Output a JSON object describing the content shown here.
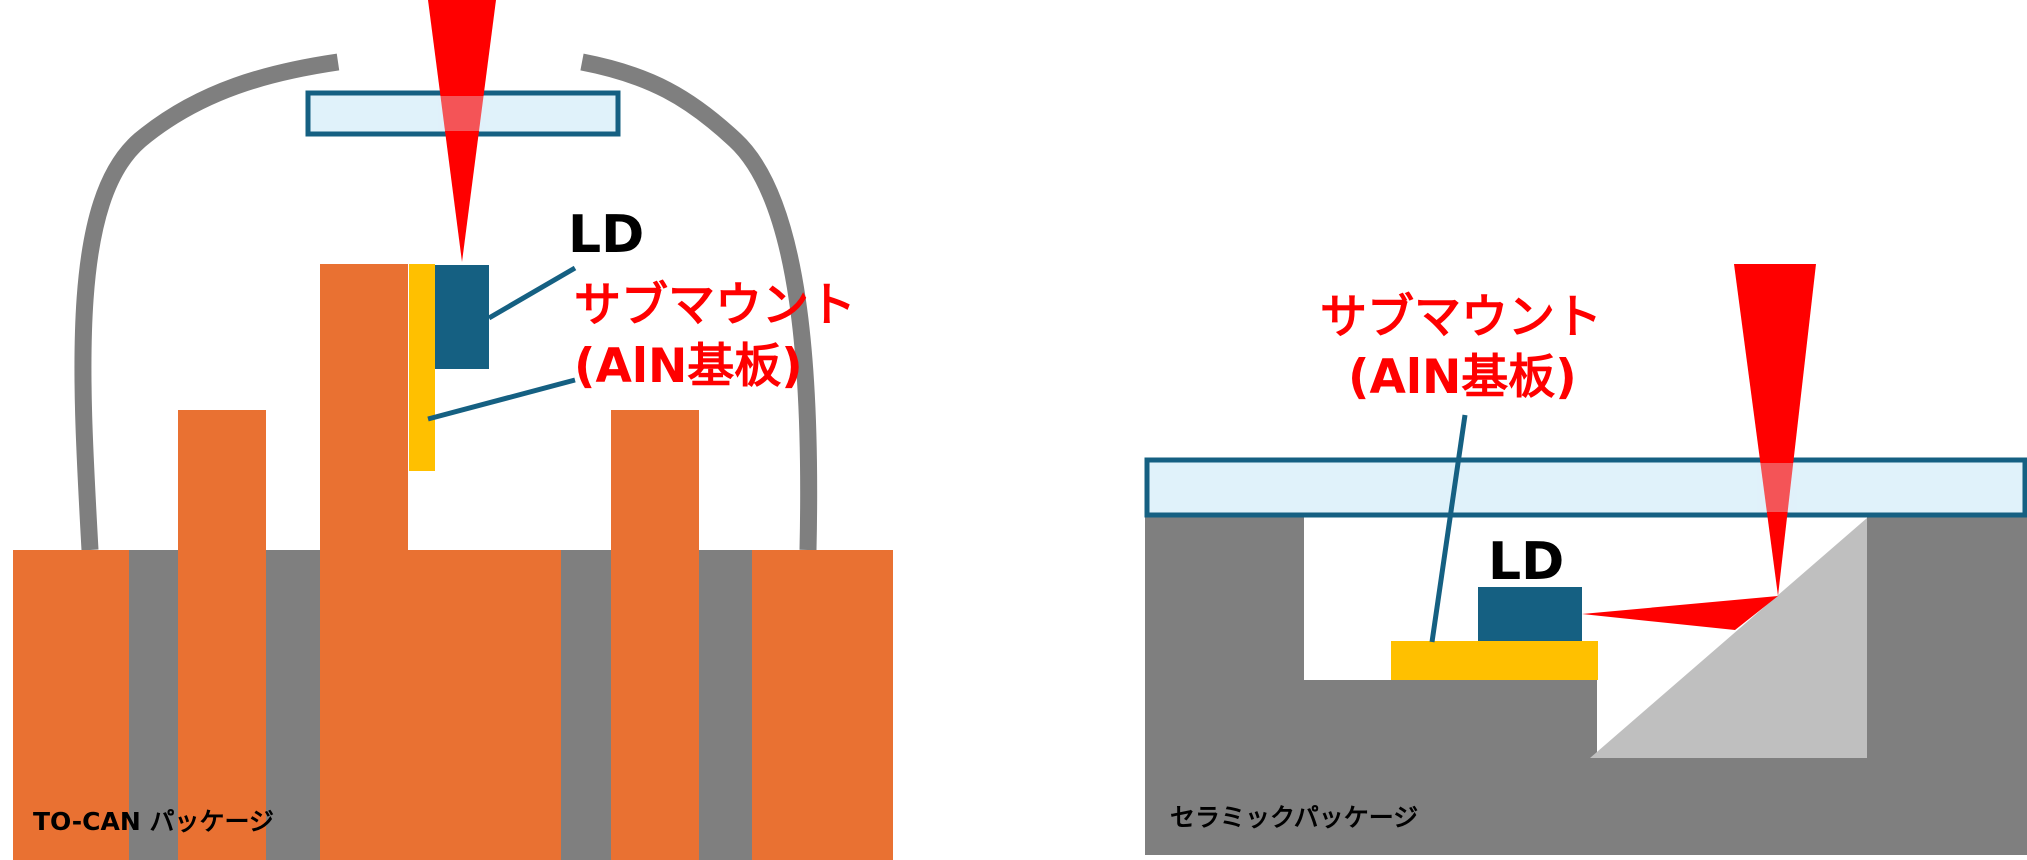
{
  "left_diagram": {
    "ld_label": "LD",
    "submount_label_line1": "サブマウント",
    "submount_label_line2": "(AlN基板)",
    "package_label": "TO-CAN パッケージ"
  },
  "right_diagram": {
    "ld_label": "LD",
    "submount_label_line1": "サブマウント",
    "submount_label_line2": "(AlN基板)",
    "package_label": "セラミックパッケージ"
  },
  "colors": {
    "copper": "#E97132",
    "gray": "#7F7F7F",
    "light_gray": "#BFBFBF",
    "ld_blue": "#156082",
    "submount_yellow": "#FFC000",
    "window_fill": "#E0F2FA",
    "window_border": "#156082",
    "laser_red": "#FF0000",
    "label_red": "#FF0000",
    "label_black": "#000000"
  }
}
